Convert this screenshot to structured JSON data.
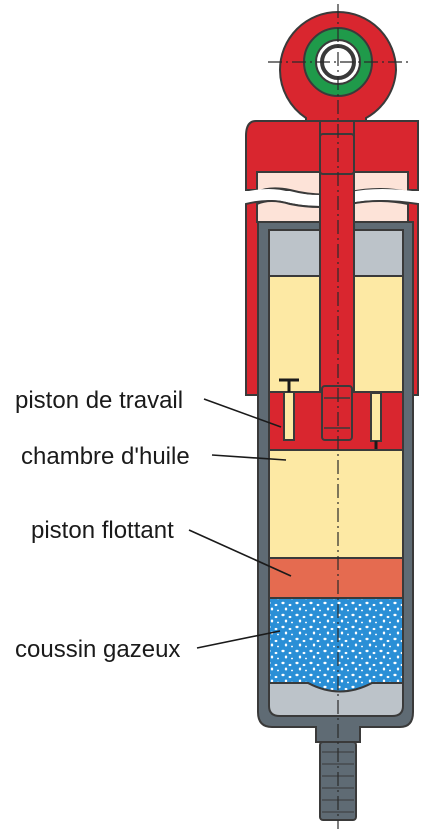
{
  "labels": {
    "working_piston": "piston de travail",
    "oil_chamber": "chambre d'huile",
    "floating_piston": "piston flottant",
    "gas_cushion": "coussin gazeux"
  },
  "colors": {
    "rod_and_piston_red": "#d9262f",
    "eye_green": "#1f9a4a",
    "oil_yellow": "#fde9a4",
    "dust_tube_pink": "#fde3d8",
    "floating_piston_salmon": "#e56b50",
    "gas_blue": "#2a8fd6",
    "housing_grey": "#5f6b74",
    "end_cap_grey": "#bcc3c9"
  }
}
